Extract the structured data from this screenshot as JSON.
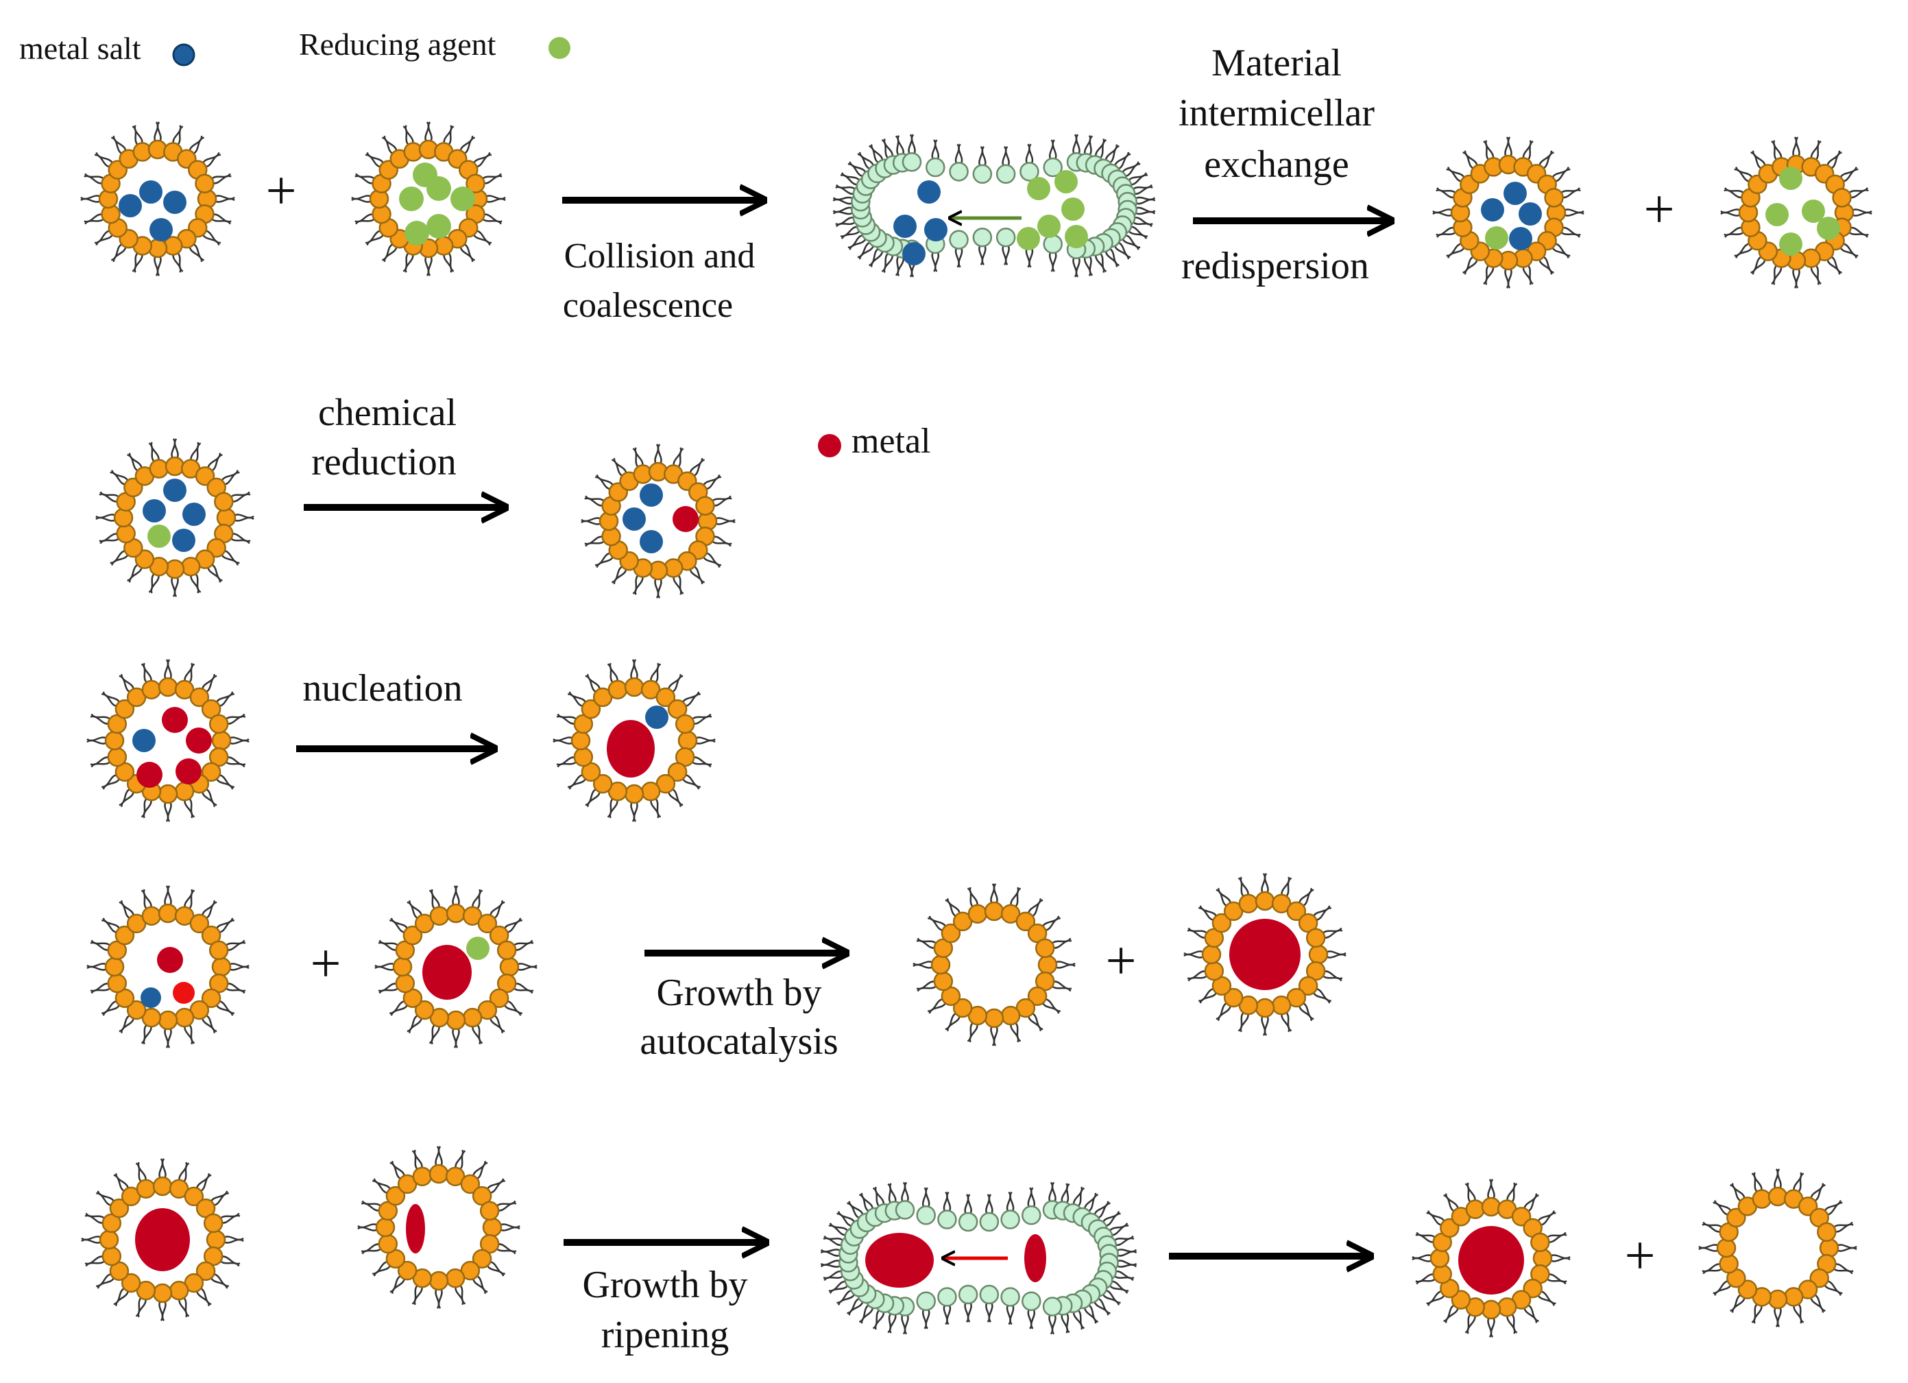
{
  "legend": {
    "metal_salt_label": "metal salt",
    "reducing_agent_label": "Reducing  agent",
    "metal_label": "metal"
  },
  "colors": {
    "metal_salt": "#1f5f9e",
    "reducing_agent": "#8dc050",
    "metal": "#c4001f",
    "metal_bright": "#ee1111",
    "head_orange": "#f59a16",
    "head_outline": "#9a6a10",
    "head_green": "#c8f0d4",
    "green_outline": "#6a8a6a",
    "tail": "#333333"
  },
  "plus_symbol": "+",
  "row1": {
    "label_below_line1": "Collision and",
    "label_below_line2": "coalescence",
    "label_above_line1": "Material",
    "label_above_line2": "intermicellar",
    "label_above_line3": "exchange",
    "label_below2": "redispersion"
  },
  "row2": {
    "label_line1": "chemical",
    "label_line2": "reduction"
  },
  "row3": {
    "label": "nucleation"
  },
  "row4": {
    "label_line1": "Growth by",
    "label_line2": "autocatalysis"
  },
  "row5": {
    "label_line1": "Growth by",
    "label_line2": "ripening"
  }
}
